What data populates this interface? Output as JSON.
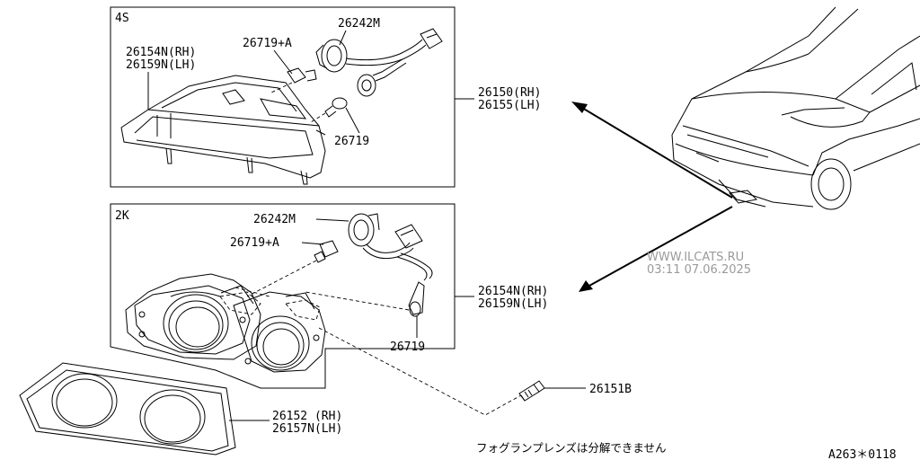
{
  "panels": {
    "top_variant": "4S",
    "bottom_variant": "2K"
  },
  "parts": {
    "top_lamp_rh": "26154N(RH)",
    "top_lamp_lh": "26159N(LH)",
    "top_bulb_a": "26719+A",
    "top_socket": "26242M",
    "top_bulb": "26719",
    "assy_top_rh": "26150(RH)",
    "assy_top_lh": "26155(LH)",
    "bottom_socket": "26242M",
    "bottom_bulb_a": "26719+A",
    "bottom_bulb": "26719",
    "assy_bottom_rh": "26154N(RH)",
    "assy_bottom_lh": "26159N(LH)",
    "bolt": "26151B",
    "bezel_rh": "26152 (RH)",
    "bezel_lh": "26157N(LH)"
  },
  "watermark": {
    "site": "WWW.ILCATS.RU",
    "timestamp": "03:11 07.06.2025"
  },
  "note": "フォグランプレンズは分解できません",
  "diagram_code": "A263＊0118"
}
